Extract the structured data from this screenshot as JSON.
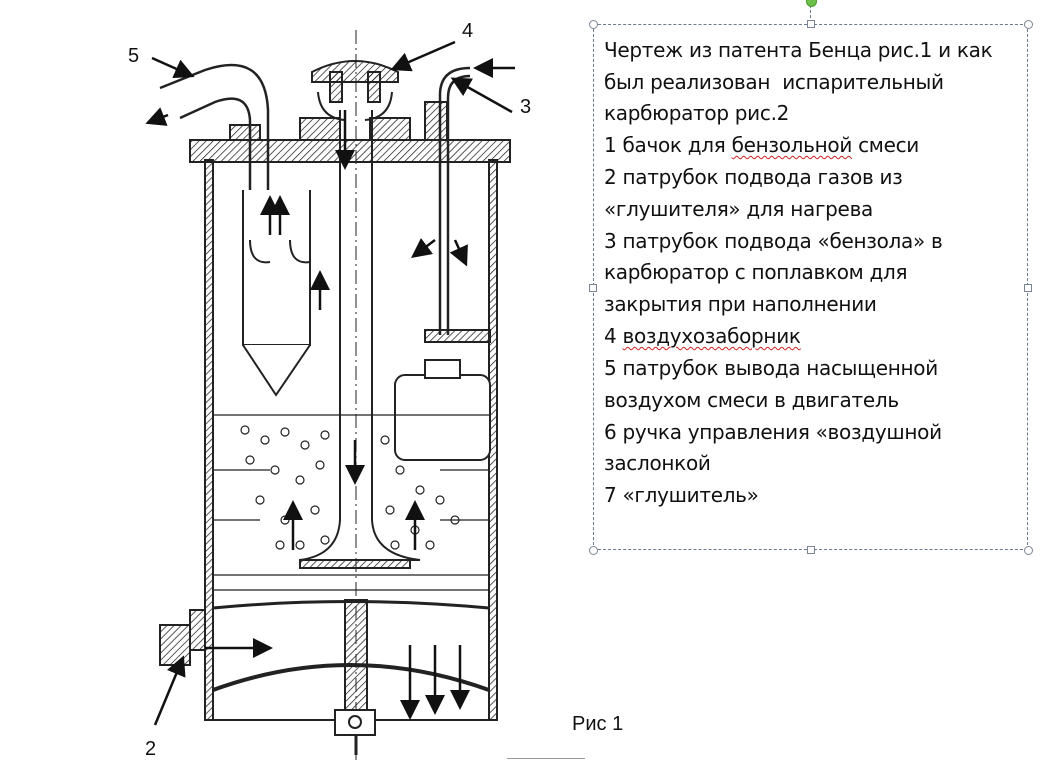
{
  "figure": {
    "labels": {
      "n5": "5",
      "n4": "4",
      "n3": "3",
      "n2": "2"
    },
    "caption": "Рис 1"
  },
  "textbox": {
    "lines": [
      "Чертеж из патента Бенца рис.1 и как",
      "был реализован  испарительный",
      "карбюратор рис.2",
      "1 бачок для ",
      "бензольной",
      " смеси",
      "2 патрубок подвода газов из",
      "«глушителя» для нагрева",
      "3 патрубок подвода «бензола» в",
      "карбюратор с поплавком для",
      "закрытия при наполнении",
      "4 ",
      "воздухозаборник",
      "5 патрубок вывода насыщенной",
      "воздухом смеси в двигатель",
      "6 ручка управления «воздушной",
      "заслонкой",
      "7 «глушитель»"
    ]
  },
  "colors": {
    "selection_border": "#6b7a8c",
    "rotate_handle": "#6cc04a",
    "spellcheck": "#d02020"
  }
}
